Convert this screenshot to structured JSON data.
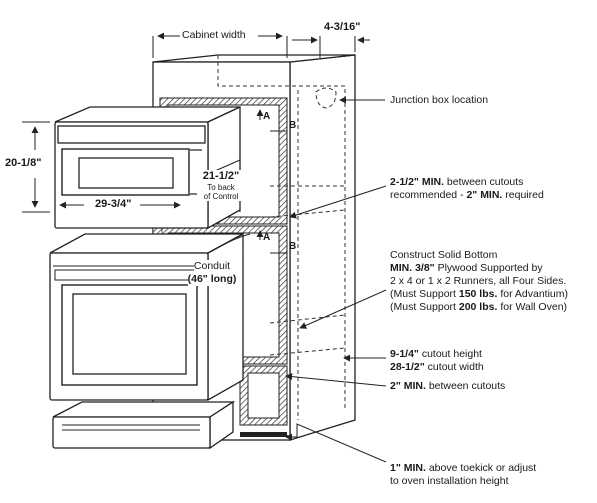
{
  "dimensions": {
    "cabinet_width": "Cabinet width",
    "side_offset": "4-3/16\"",
    "height_upper": "20-1/8\"",
    "width_upper": "29-3/4\"",
    "depth_value": "21-1/2\"",
    "depth_note_1": "To back",
    "depth_note_2": "of Control",
    "conduit_1": "Conduit",
    "conduit_2": "(46\" long)",
    "marker_a_top": "A",
    "marker_b_top": "B",
    "marker_a_bottom": "A",
    "marker_b_bottom": "B"
  },
  "callouts": {
    "junction": "Junction box location",
    "spacing_val": "2-1/2\" MIN.",
    "spacing_rest1": " between cutouts",
    "spacing_line2a": "recommended - ",
    "spacing_val2": "2\" MIN.",
    "spacing_line2b": " required",
    "bottom_line1": "Construct Solid Bottom",
    "bottom_val": "MIN. 3/8\"",
    "bottom_line2": " Plywood Supported by",
    "bottom_line3": "2 x 4 or 1 x 2 Runners, all Four Sides.",
    "bottom_line4a": "(Must Support ",
    "bottom_val4": "150 lbs.",
    "bottom_line4b": " for Advantium)",
    "bottom_line5a": "(Must Support ",
    "bottom_val5": "200 lbs.",
    "bottom_line5b": " for Wall Oven)",
    "cutout_h_val": "9-1/4\"",
    "cutout_h_rest": " cutout height",
    "cutout_w_val": "28-1/2\"",
    "cutout_w_rest": " cutout width",
    "between_val": "2\" MIN.",
    "between_rest": " between cutouts",
    "toekick_val": "1\" MIN.",
    "toekick_rest": " above toekick or adjust",
    "toekick_line2": "to oven installation height"
  }
}
